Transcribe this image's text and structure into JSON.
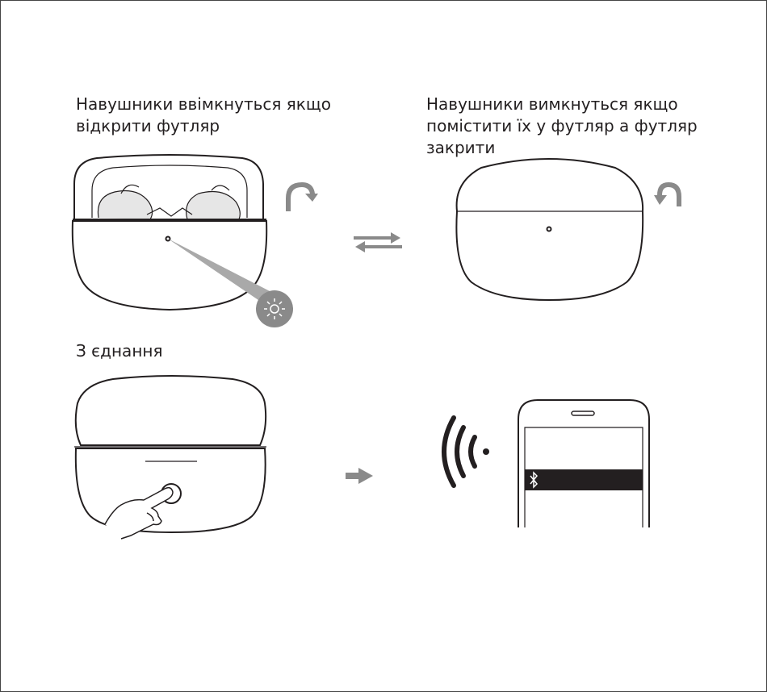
{
  "instructions": {
    "power_on": "Навушники ввімкнуться  якщо\nвідкрити футляр",
    "power_off": "Навушники вимкнуться  якщо\nпомістити їх у футляр  а футляр\nзакрити",
    "connection": "З єднання"
  },
  "icons": {
    "rotate_open": "curved-arrow-icon",
    "rotate_close": "curved-arrow-icon",
    "swap": "exchange-arrows-icon",
    "next": "arrow-right-icon",
    "signal": "wireless-signal-icon",
    "bluetooth": "bluetooth-icon"
  },
  "colors": {
    "line": "#231f20",
    "accent_gray": "#8a8a8a",
    "bar": "#231f20"
  }
}
